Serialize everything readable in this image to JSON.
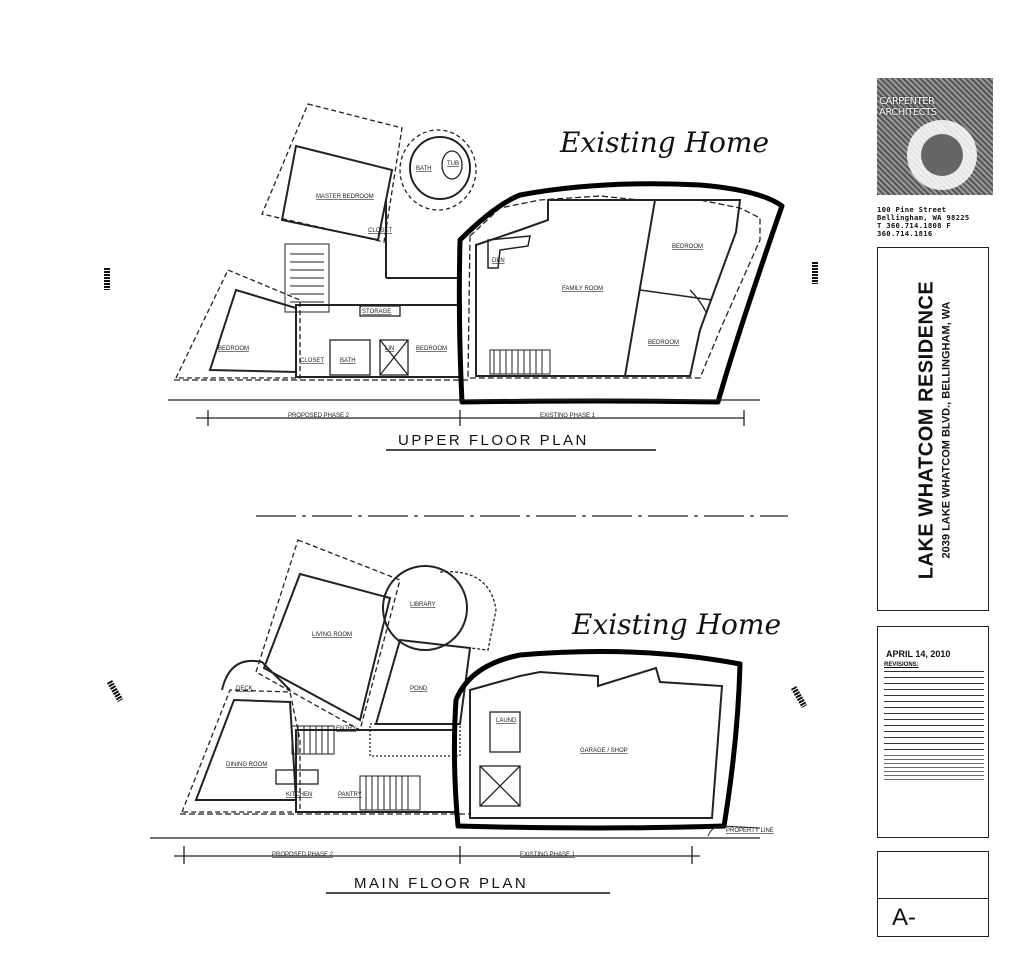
{
  "annotations": {
    "upper_existing": "Existing Home",
    "main_existing": "Existing Home"
  },
  "upper_plan": {
    "title": "UPPER FLOOR PLAN",
    "rooms": {
      "master_bedroom": "MASTER BEDROOM",
      "bath": "BATH",
      "tub": "TUB",
      "closet": "CLOSET",
      "den": "DEN",
      "family_room": "FAMILY ROOM",
      "bedroom_ne": "BEDROOM",
      "bedroom_se": "BEDROOM",
      "bedroom_w": "BEDROOM",
      "closet2": "CLOSET",
      "bath2": "BATH",
      "linen": "LIN",
      "bedroom_mid": "BEDROOM",
      "storage": "STORAGE"
    },
    "dims": {
      "proposed": "PROPOSED PHASE 2",
      "existing": "EXISTING PHASE 1"
    }
  },
  "main_plan": {
    "title": "MAIN FLOOR PLAN",
    "rooms": {
      "living_room": "LIVING ROOM",
      "library": "LIBRARY",
      "deck": "DECK",
      "pond": "POND",
      "entry": "ENTRY",
      "laund": "LAUND",
      "garage": "GARAGE / SHOP",
      "dining_room": "DINING ROOM",
      "kitchen": "KITCHEN",
      "pantry": "PANTRY",
      "property_line": "PROPERTY LINE"
    },
    "dims": {
      "proposed": "PROPOSED PHASE 2",
      "existing": "EXISTING PHASE 1"
    }
  },
  "title_block": {
    "firm": "CARPENTER ARCHITECTS",
    "address_line1": "100 Pine Street",
    "address_line2": "Bellingham, WA 98225",
    "address_line3": "T 360.714.1808 F 360.714.1816",
    "project": "LAKE WHATCOM RESIDENCE",
    "project_address": "2039 LAKE WHATCOM BLVD., BELLINGHAM, WA",
    "date": "APRIL 14, 2010",
    "revisions_label": "REVISIONS:",
    "sheet": "A-"
  },
  "colors": {
    "ink": "#111111",
    "paper": "#ffffff"
  }
}
